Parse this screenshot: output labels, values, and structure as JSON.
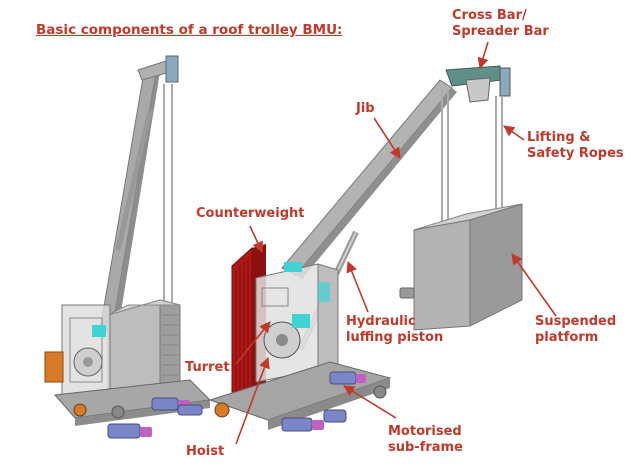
{
  "title": "Basic components of a roof trolley BMU:",
  "labels": {
    "cross_bar": "Cross Bar/",
    "spreader_bar": "Spreader Bar",
    "jib": "Jib",
    "lifting": "Lifting &",
    "safety_ropes": "Safety Ropes",
    "counterweight": "Counterweight",
    "hydraulic": "Hydraulic",
    "luffing_piston": "luffing piston",
    "suspended": "Suspended",
    "platform": "platform",
    "turret": "Turret",
    "hoist": "Hoist",
    "motorised": "Motorised",
    "sub_frame": "sub-frame"
  },
  "colors": {
    "label": "#c0392b",
    "counterweight": "#b01818",
    "cross_bar": "#5f8f86",
    "frame": "#9a9a9a",
    "cyan_part": "#3fd3d3",
    "wheel_blue": "#7a86c8",
    "wheel_magenta": "#c060c0"
  }
}
